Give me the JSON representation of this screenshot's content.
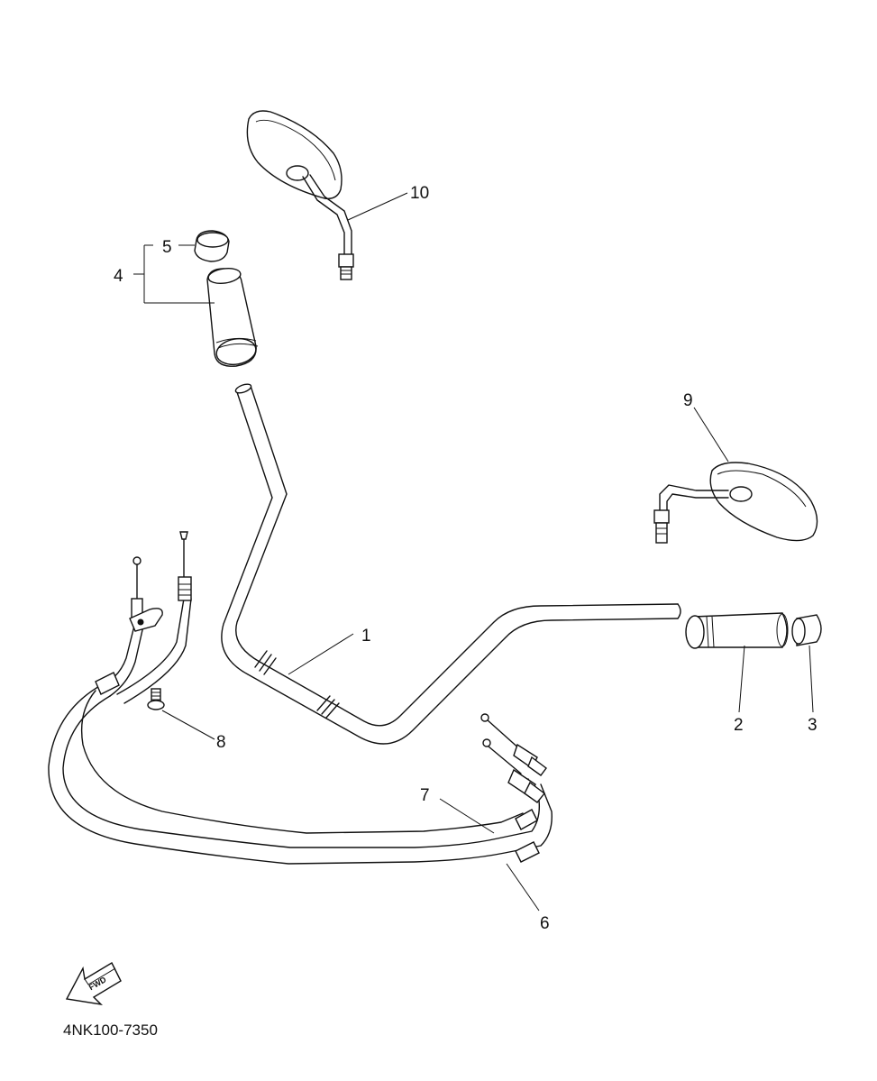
{
  "callouts": {
    "c1": "1",
    "c2": "2",
    "c3": "3",
    "c4": "4",
    "c5": "5",
    "c6": "6",
    "c7": "7",
    "c8": "8",
    "c9": "9",
    "c10": "10"
  },
  "forward_arrow_label": "FWD",
  "diagram_code": "4NK100-7350"
}
